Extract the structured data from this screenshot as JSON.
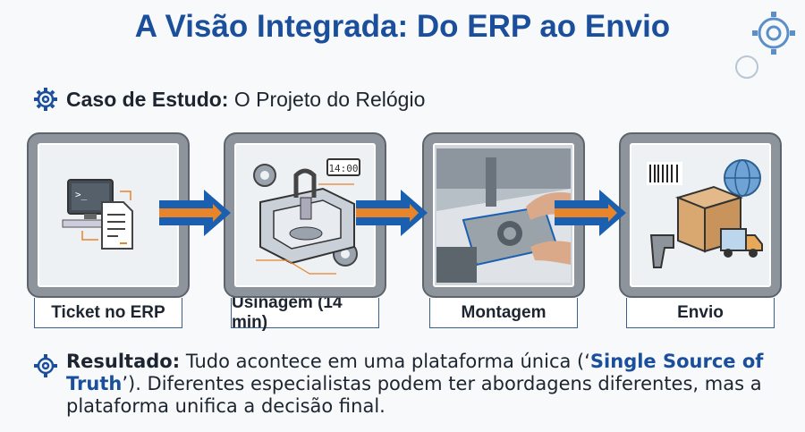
{
  "title": "A Visão Integrada: Do ERP ao Envio",
  "case_study": {
    "label": "Caso de Estudo:",
    "text": "O Projeto do Relógio"
  },
  "steps": [
    {
      "label": "Ticket no ERP",
      "icon": "computer-document-icon"
    },
    {
      "label": "Usinagem (14 min)",
      "icon": "cnc-machine-icon",
      "display": "14:00"
    },
    {
      "label": "Montagem",
      "icon": "assembly-photo"
    },
    {
      "label": "Envio",
      "icon": "shipping-box-icon"
    }
  ],
  "result": {
    "label": "Resultado:",
    "text_before": "Tudo acontece em uma plataforma única (‘",
    "highlight": "Single Source of Truth",
    "text_after": "’). Diferentes especialistas podem ter abordagens diferentes, mas a plataforma unifica a decisão final."
  },
  "colors": {
    "title": "#1b4f9c",
    "arrow_blue": "#1b5fb0",
    "arrow_orange": "#e8842a",
    "frame": "#8d949c"
  }
}
